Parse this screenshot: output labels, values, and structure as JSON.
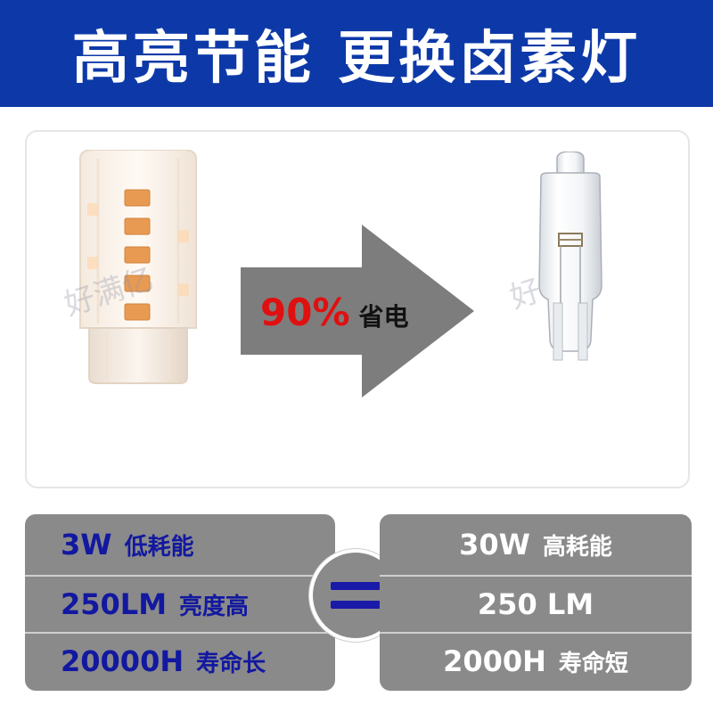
{
  "header": {
    "title": "高亮节能 更换卤素灯"
  },
  "comparison": {
    "saving_percent": "90%",
    "saving_text": "省电",
    "watermark": "好满亿"
  },
  "led_specs": [
    {
      "value": "3W",
      "desc": "低耗能"
    },
    {
      "value": "250LM",
      "desc": "亮度高"
    },
    {
      "value": "20000H",
      "desc": "寿命长"
    }
  ],
  "halogen_specs": [
    {
      "value": "30W",
      "desc": "高耗能"
    },
    {
      "value": "250 LM",
      "desc": ""
    },
    {
      "value": "2000H",
      "desc": "寿命短"
    }
  ],
  "icons": {
    "led_bulb": "led-g4-bulb-icon",
    "halogen_bulb": "halogen-g4-bulb-icon",
    "arrow": "right-arrow-icon",
    "equals": "equals-icon"
  },
  "colors": {
    "header_bg": "#0d39a8",
    "accent_red": "#e01010",
    "spec_blue": "#1218a0",
    "spec_box": "#8a8a8a"
  }
}
